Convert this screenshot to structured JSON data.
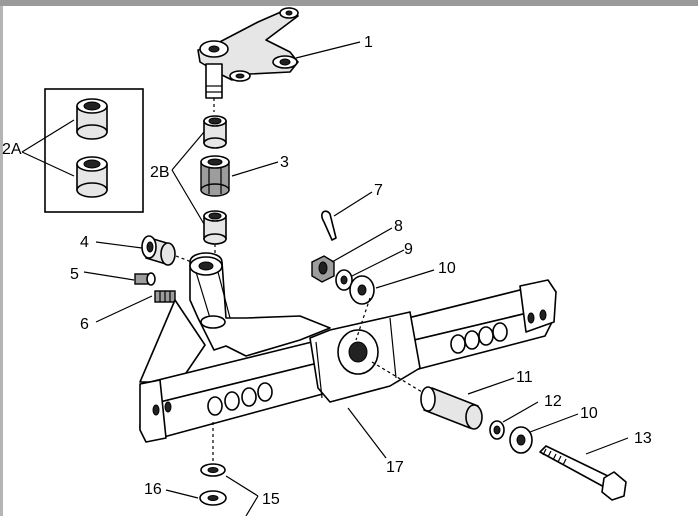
{
  "callouts": {
    "p1": "1",
    "p2a": "2A",
    "p2b": "2B",
    "p3": "3",
    "p4": "4",
    "p5": "5",
    "p6": "6",
    "p7": "7",
    "p8": "8",
    "p9": "9",
    "p10a": "10",
    "p10b": "10",
    "p11": "11",
    "p12": "12",
    "p13": "13",
    "p15": "15",
    "p16": "16",
    "p17": "17"
  }
}
